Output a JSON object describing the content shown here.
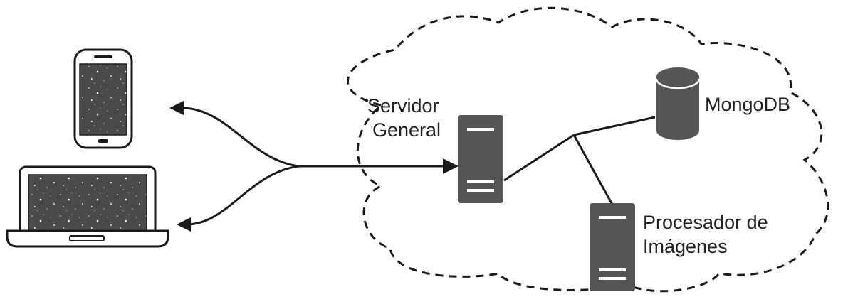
{
  "labels": {
    "main_server": [
      "Servidor",
      "General"
    ],
    "database": "MongoDB",
    "image_processor": [
      "Procesador de",
      "Imágenes"
    ]
  },
  "icons": {
    "client_phone": "smartphone-icon",
    "client_laptop": "laptop-icon",
    "main_server": "server-tower-icon",
    "image_processor": "server-tower-icon",
    "database": "database-cylinder-icon",
    "network_boundary": "dashed-cloud-icon"
  },
  "colors": {
    "line": "#1a1a1a",
    "device_fill": "#555555",
    "screen_fill": "#4a4a4a",
    "cloud_stroke": "#1a1a1a"
  }
}
